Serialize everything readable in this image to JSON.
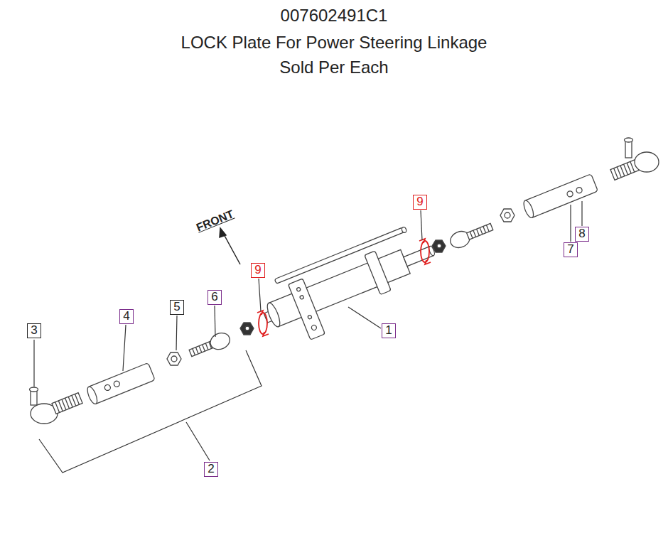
{
  "diagram": {
    "title": "007602491C1",
    "nodes": [
      {
        "text": [
          "9"
        ]
      },
      {
        "text": [
          "8"
        ]
      },
      {
        "text": [
          "7"
        ]
      },
      {
        "text": [
          "9"
        ]
      },
      {
        "text": [
          "6"
        ]
      },
      {
        "text": [
          "5"
        ]
      },
      {
        "text": [
          "4"
        ]
      },
      {
        "text": [
          "1"
        ]
      },
      {
        "text": [
          "3"
        ]
      },
      {
        "text": [
          "2"
        ]
      }
    ],
    "edges": [],
    "labels": [
      "LOCK Plate For Power Steering Linkage",
      "Sold Per Each",
      "FRONT"
    ]
  }
}
